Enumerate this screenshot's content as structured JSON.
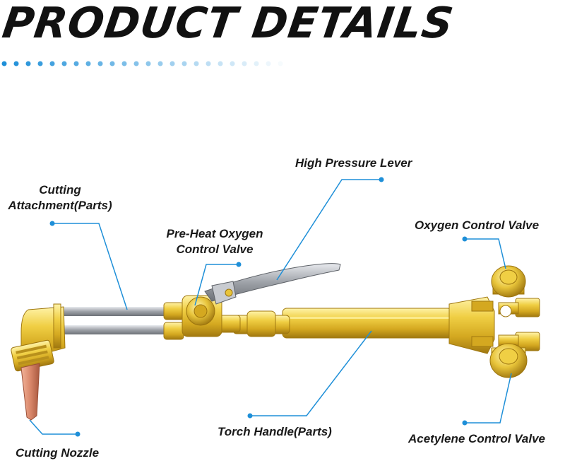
{
  "header": {
    "title": "PRODUCT DETAILS",
    "accent_color": "#1e8fd8"
  },
  "callouts": {
    "cutting_attachment_line1": "Cutting",
    "cutting_attachment_line2": "Attachment(Parts)",
    "high_pressure_lever": "High Pressure Lever",
    "preheat_line1": "Pre-Heat Oxygen",
    "preheat_line2": "Control Valve",
    "oxygen_control_valve": "Oxygen Control Valve",
    "torch_handle": "Torch Handle(Parts)",
    "acetylene_control_valve": "Acetylene Control Valve",
    "cutting_nozzle": "Cutting Nozzle"
  },
  "colors": {
    "brass": "#e8c43a",
    "brass_dark": "#b8901c",
    "steel": "#b9bcc2",
    "copper": "#d9876a",
    "callout_line": "#1e8fd8"
  }
}
